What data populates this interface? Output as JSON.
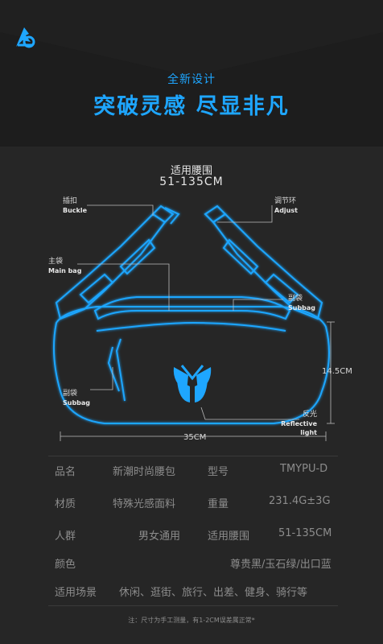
{
  "header": {
    "subtitle": "全新设计",
    "title": "突破灵感 尽显非凡"
  },
  "waist": {
    "label": "适用腰围",
    "value": "51-135CM"
  },
  "callouts": {
    "buckle": {
      "cn": "插扣",
      "en": "Buckle"
    },
    "main_bag": {
      "cn": "主袋",
      "en": "Main bag"
    },
    "subbag_left": {
      "cn": "副袋",
      "en": "Subbag"
    },
    "adjust": {
      "cn": "调节环",
      "en": "Adjust"
    },
    "subbag_right": {
      "cn": "副袋",
      "en": "Subbag"
    },
    "reflective": {
      "cn": "反光",
      "en": "Reflective light"
    }
  },
  "dimensions": {
    "height": "14.5CM",
    "width": "35CM"
  },
  "specs": {
    "row1": {
      "k1": "品名",
      "v1": "新潮时尚腰包",
      "k2": "型号",
      "v2": "TMYPU-D"
    },
    "row2": {
      "k1": "材质",
      "v1": "特殊光感面料",
      "k2": "重量",
      "v2": "231.4G±3G"
    },
    "row3": {
      "k1": "人群",
      "v1": "男女通用",
      "k2": "适用腰围",
      "v2": "51-135CM"
    },
    "row4": {
      "k1": "颜色",
      "v1": "尊贵黑/玉石绿/出口蓝"
    },
    "row5": {
      "k1": "适用场景",
      "v1": "休闲、逛街、旅行、出差、健身、骑行等"
    }
  },
  "note": "注：尺寸为手工测量，有1-2CM误差属正常*",
  "colors": {
    "accent": "#1ea6ff",
    "background": "#262626"
  },
  "icons": [
    "brand-logo-icon",
    "butterfly-logo-icon"
  ]
}
